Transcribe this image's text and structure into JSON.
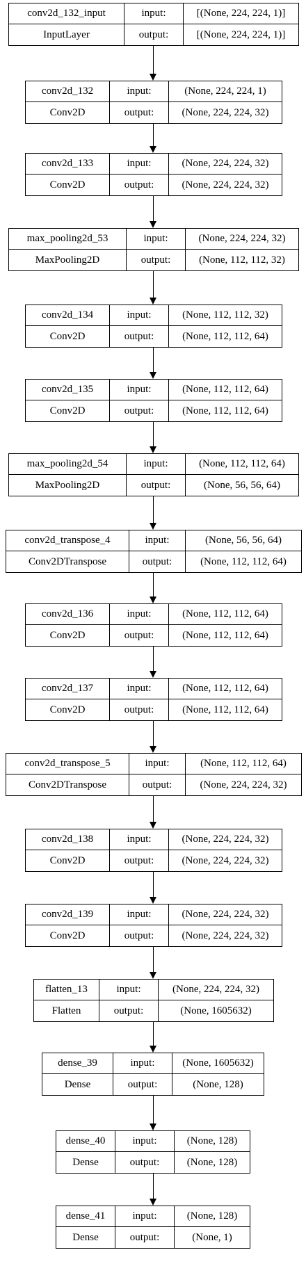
{
  "labels": {
    "input": "input:",
    "output": "output:"
  },
  "layers": [
    {
      "name": "conv2d_132_input",
      "type": "InputLayer",
      "input_shape": "[(None, 224, 224, 1)]",
      "output_shape": "[(None, 224, 224, 1)]"
    },
    {
      "name": "conv2d_132",
      "type": "Conv2D",
      "input_shape": "(None, 224, 224, 1)",
      "output_shape": "(None, 224, 224, 32)"
    },
    {
      "name": "conv2d_133",
      "type": "Conv2D",
      "input_shape": "(None, 224, 224, 32)",
      "output_shape": "(None, 224, 224, 32)"
    },
    {
      "name": "max_pooling2d_53",
      "type": "MaxPooling2D",
      "input_shape": "(None, 224, 224, 32)",
      "output_shape": "(None, 112, 112, 32)"
    },
    {
      "name": "conv2d_134",
      "type": "Conv2D",
      "input_shape": "(None, 112, 112, 32)",
      "output_shape": "(None, 112, 112, 64)"
    },
    {
      "name": "conv2d_135",
      "type": "Conv2D",
      "input_shape": "(None, 112, 112, 64)",
      "output_shape": "(None, 112, 112, 64)"
    },
    {
      "name": "max_pooling2d_54",
      "type": "MaxPooling2D",
      "input_shape": "(None, 112, 112, 64)",
      "output_shape": "(None, 56, 56, 64)"
    },
    {
      "name": "conv2d_transpose_4",
      "type": "Conv2DTranspose",
      "input_shape": "(None, 56, 56, 64)",
      "output_shape": "(None, 112, 112, 64)"
    },
    {
      "name": "conv2d_136",
      "type": "Conv2D",
      "input_shape": "(None, 112, 112, 64)",
      "output_shape": "(None, 112, 112, 64)"
    },
    {
      "name": "conv2d_137",
      "type": "Conv2D",
      "input_shape": "(None, 112, 112, 64)",
      "output_shape": "(None, 112, 112, 64)"
    },
    {
      "name": "conv2d_transpose_5",
      "type": "Conv2DTranspose",
      "input_shape": "(None, 112, 112, 64)",
      "output_shape": "(None, 224, 224, 32)"
    },
    {
      "name": "conv2d_138",
      "type": "Conv2D",
      "input_shape": "(None, 224, 224, 32)",
      "output_shape": "(None, 224, 224, 32)"
    },
    {
      "name": "conv2d_139",
      "type": "Conv2D",
      "input_shape": "(None, 224, 224, 32)",
      "output_shape": "(None, 224, 224, 32)"
    },
    {
      "name": "flatten_13",
      "type": "Flatten",
      "input_shape": "(None, 224, 224, 32)",
      "output_shape": "(None, 1605632)"
    },
    {
      "name": "dense_39",
      "type": "Dense",
      "input_shape": "(None, 1605632)",
      "output_shape": "(None, 128)"
    },
    {
      "name": "dense_40",
      "type": "Dense",
      "input_shape": "(None, 128)",
      "output_shape": "(None, 128)"
    },
    {
      "name": "dense_41",
      "type": "Dense",
      "input_shape": "(None, 128)",
      "output_shape": "(None, 1)"
    }
  ]
}
